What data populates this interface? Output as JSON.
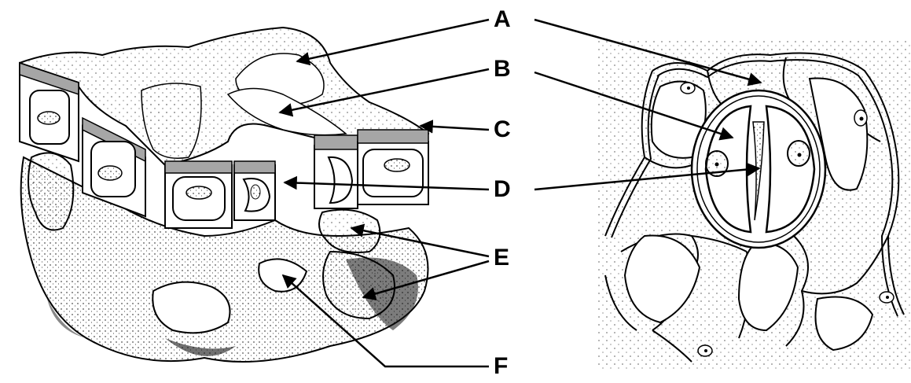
{
  "labels": {
    "a": "A",
    "b": "B",
    "c": "C",
    "d": "D",
    "e": "E",
    "f": "F"
  },
  "colors": {
    "ink": "#000000",
    "cuticle_band": "#a6a6a6",
    "paper": "#ffffff"
  }
}
